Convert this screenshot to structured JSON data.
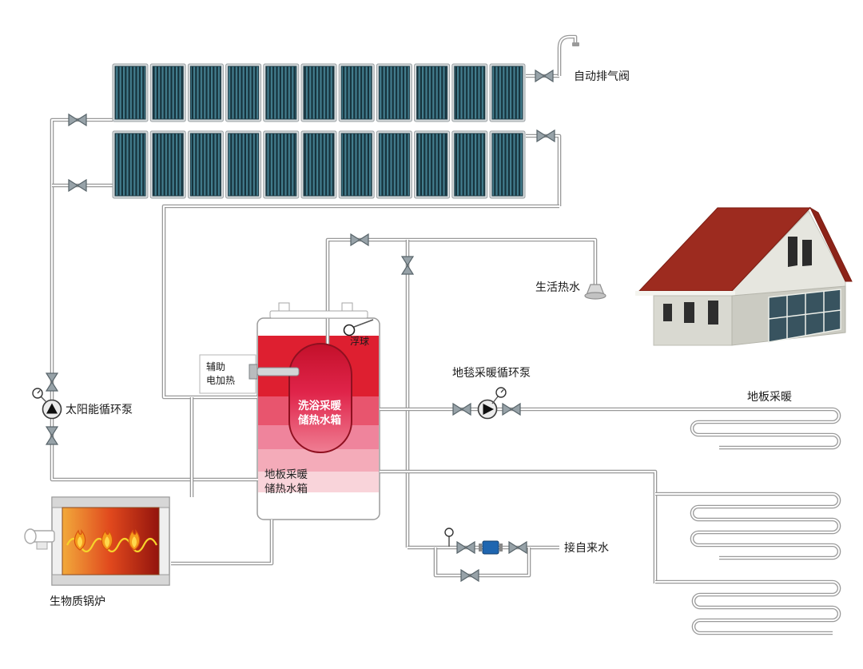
{
  "labels": {
    "auto_vent": "自动排气阀",
    "domestic_hot_water": "生活热水",
    "float_ball": "浮球",
    "aux_heater": [
      "辅助",
      "电加热"
    ],
    "shower_tank": [
      "洗浴采暖",
      "储热水箱"
    ],
    "floor_tank": [
      "地板采暖",
      "储热水箱"
    ],
    "carpet_pump": "地毯采暖循环泵",
    "solar_pump": "太阳能循环泵",
    "floor_heating": "地板采暖",
    "tap_water": "接自来水",
    "biomass_boiler": "生物质锅炉"
  },
  "collector": {
    "rows": 2,
    "panels_per_row": 11
  },
  "floor_heating_sections": 3,
  "colors": {
    "panel_dark": "#16323c",
    "panel_light": "#437d8e",
    "roof_red": "#9d2b1f",
    "tank_red": "#de1f30",
    "pipe": "#9a9a9a",
    "meter_blue": "#1f66b0"
  }
}
